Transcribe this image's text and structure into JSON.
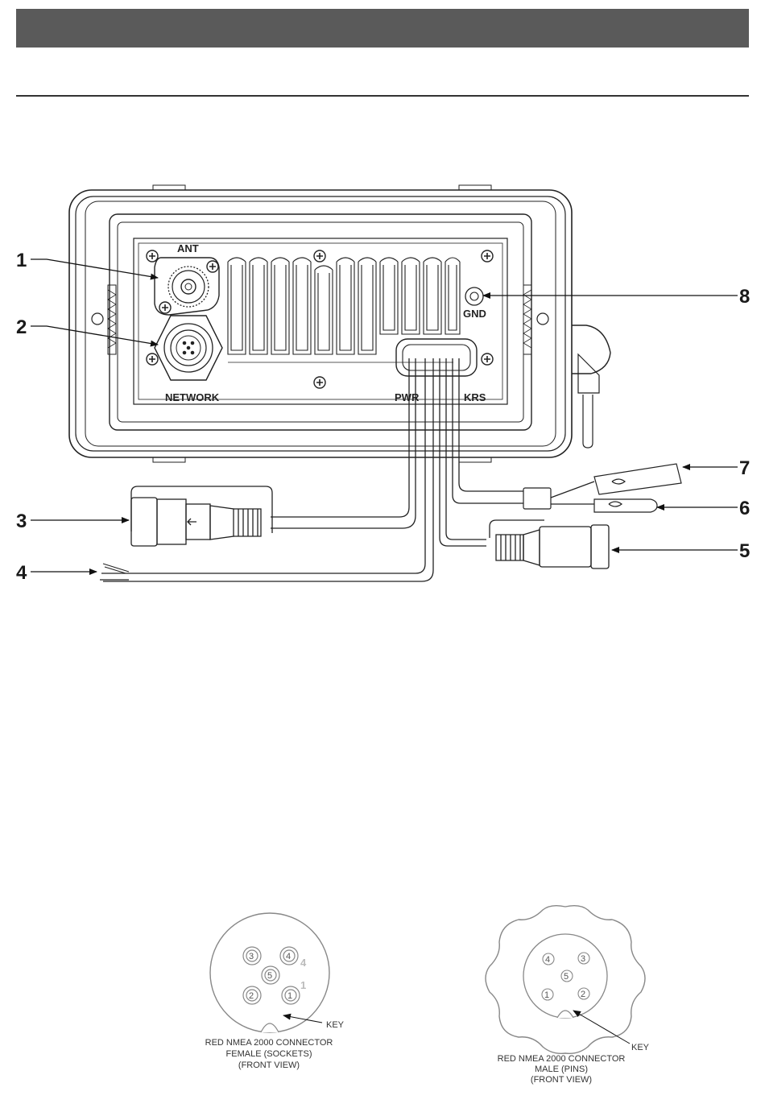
{
  "callouts": [
    "1",
    "2",
    "3",
    "4",
    "5",
    "6",
    "7",
    "8"
  ],
  "panel_labels": {
    "ant": "ANT",
    "gnd": "GND",
    "network": "NETWORK",
    "pwr": "PWR",
    "spkrs": "KRS"
  },
  "female_connector": {
    "pins": [
      "1",
      "2",
      "3",
      "4",
      "5"
    ],
    "side_marks": [
      "4",
      "1"
    ],
    "key_label": "KEY",
    "caption": [
      "RED NMEA 2000 CONNECTOR",
      "FEMALE (SOCKETS)",
      "(FRONT VIEW)"
    ]
  },
  "male_connector": {
    "pins": [
      "1",
      "2",
      "3",
      "4",
      "5"
    ],
    "key_label": "KEY",
    "caption": [
      "RED NMEA 2000 CONNECTOR",
      "MALE (PINS)",
      "(FRONT  VIEW)"
    ]
  }
}
